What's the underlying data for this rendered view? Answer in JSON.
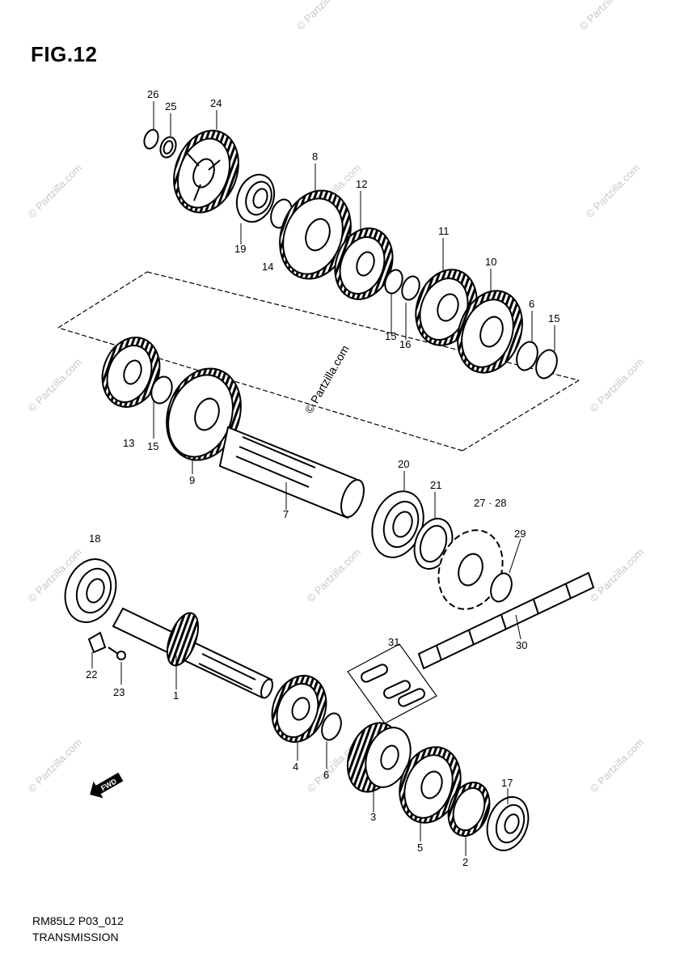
{
  "figure": {
    "title": "FIG.12",
    "code": "RM85L2 P03_012",
    "caption": "TRANSMISSION"
  },
  "watermark": {
    "text": "© Partzilla.com"
  },
  "forward_marker": {
    "label": "FWD"
  },
  "callouts": {
    "c26": "26",
    "c25": "25",
    "c24": "24",
    "c8": "8",
    "c12": "12",
    "c19": "19",
    "c14": "14",
    "c11": "11",
    "c10": "10",
    "c6a": "6",
    "c15a": "15",
    "c15b": "15",
    "c16": "16",
    "c13": "13",
    "c15c": "15",
    "c9": "9",
    "c7": "7",
    "c20": "20",
    "c21": "21",
    "c2728": "27 · 28",
    "c29": "29",
    "c18": "18",
    "c22": "22",
    "c23": "23",
    "c1": "1",
    "c31": "31",
    "c30": "30",
    "c4": "4",
    "c6b": "6",
    "c3": "3",
    "c5": "5",
    "c17": "17",
    "c2": "2"
  }
}
